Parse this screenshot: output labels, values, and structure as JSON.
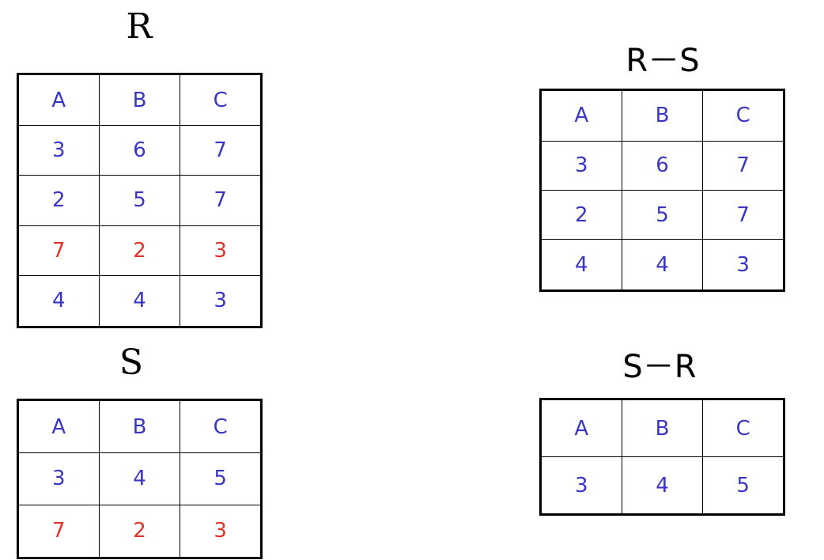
{
  "colors": {
    "normal": "#3a36c4",
    "highlight": "#e0342a",
    "border": "#000000"
  },
  "tables": {
    "r": {
      "title": "R",
      "header": [
        "A",
        "B",
        "C"
      ],
      "rows": [
        [
          "3",
          "6",
          "7"
        ],
        [
          "2",
          "5",
          "7"
        ],
        [
          "7",
          "2",
          "3"
        ],
        [
          "4",
          "4",
          "3"
        ]
      ],
      "highlighted_rows": [
        2
      ]
    },
    "s": {
      "title": "S",
      "header": [
        "A",
        "B",
        "C"
      ],
      "rows": [
        [
          "3",
          "4",
          "5"
        ],
        [
          "7",
          "2",
          "3"
        ]
      ],
      "highlighted_rows": [
        1
      ]
    },
    "rs": {
      "title": "R－S",
      "header": [
        "A",
        "B",
        "C"
      ],
      "rows": [
        [
          "3",
          "6",
          "7"
        ],
        [
          "2",
          "5",
          "7"
        ],
        [
          "4",
          "4",
          "3"
        ]
      ],
      "highlighted_rows": []
    },
    "sr": {
      "title": "S－R",
      "header": [
        "A",
        "B",
        "C"
      ],
      "rows": [
        [
          "3",
          "4",
          "5"
        ]
      ],
      "highlighted_rows": []
    }
  }
}
